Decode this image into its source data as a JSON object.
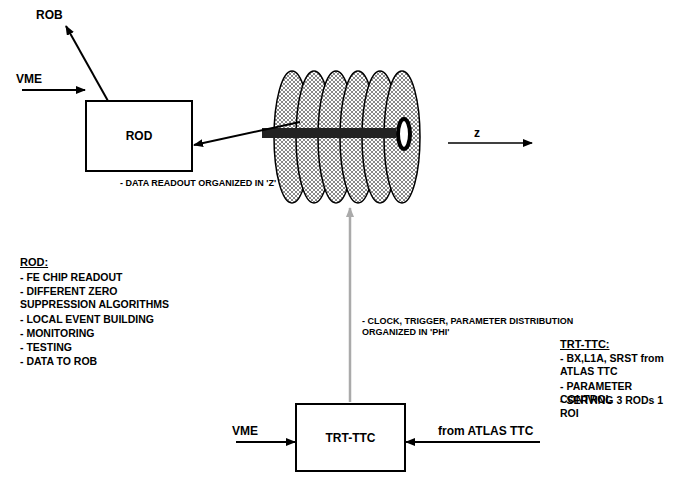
{
  "diagram": {
    "nodes": [
      {
        "text": [
          "ROD"
        ]
      },
      {
        "text": [
          "TRT-TTC"
        ]
      }
    ],
    "labels": [
      "ROB",
      "VME",
      "- DATA READOUT ORGANIZED IN 'Z'",
      "z",
      "ROD:",
      "- FE CHIP READOUT",
      "- DIFFERENT ZERO SUPPRESSION ALGORITHMS",
      "- LOCAL EVENT BUILDING",
      "- MONITORING",
      "- TESTING",
      "- DATA TO ROB",
      "- CLOCK, TRIGGER, PARAMETER DISTRIBUTION ORGANIZED IN 'PHI'",
      "VME",
      "from ATLAS TTC",
      "TRT-TTC:",
      "- BX,L1A, SRST from ATLAS TTC",
      "- PARAMETER CONTROL",
      "- SERVING 3 RODs 1 ROI"
    ]
  }
}
